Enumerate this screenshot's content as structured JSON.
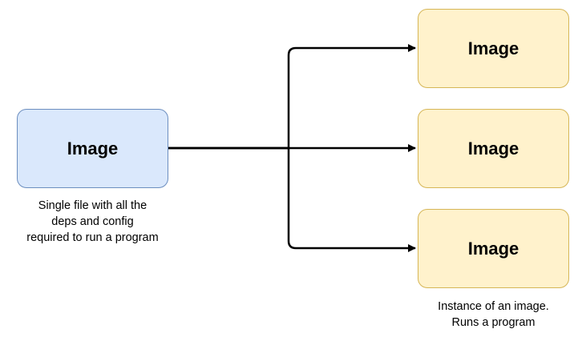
{
  "diagram": {
    "source": {
      "label": "Image",
      "caption": "Single file with all the\ndeps and config\nrequired to run a program",
      "fill": "#dae8fc",
      "stroke": "#6c8ebf"
    },
    "targets": [
      {
        "label": "Image"
      },
      {
        "label": "Image"
      },
      {
        "label": "Image"
      }
    ],
    "target_style": {
      "fill": "#fff2cc",
      "stroke": "#d6b656"
    },
    "target_caption": "Instance of an image.\nRuns a program",
    "edges": [
      {
        "from": "source",
        "to": "target-0"
      },
      {
        "from": "source",
        "to": "target-1"
      },
      {
        "from": "source",
        "to": "target-2"
      }
    ],
    "connector_color": "#000000"
  }
}
